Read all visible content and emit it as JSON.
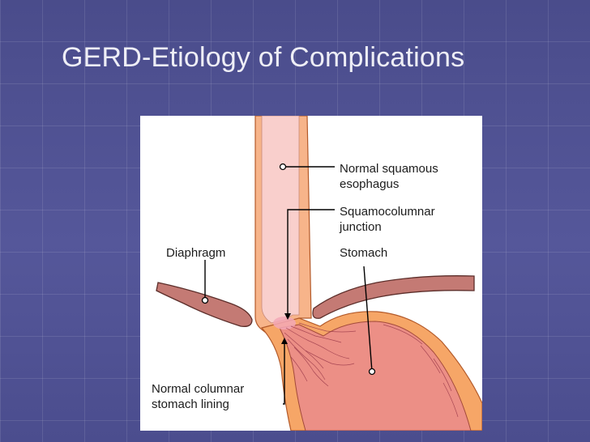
{
  "slide": {
    "title": "GERD-Etiology of Complications"
  },
  "diagram": {
    "labels": {
      "normal_squamous_line1": "Normal squamous",
      "normal_squamous_line2": "esophagus",
      "squamocolumnar_line1": "Squamocolumnar",
      "squamocolumnar_line2": "junction",
      "diaphragm": "Diaphragm",
      "stomach": "Stomach",
      "normal_columnar_line1": "Normal columnar",
      "normal_columnar_line2": "stomach lining"
    },
    "colors": {
      "esophagus_wall": "#f7b48a",
      "esophagus_outline": "#b35a2a",
      "esophagus_lumen": "#f9cfcc",
      "stomach_lining": "#ec8f86",
      "stomach_wall": "#f6a667",
      "diaphragm": "#c47a74",
      "leader_line": "#000000"
    }
  }
}
